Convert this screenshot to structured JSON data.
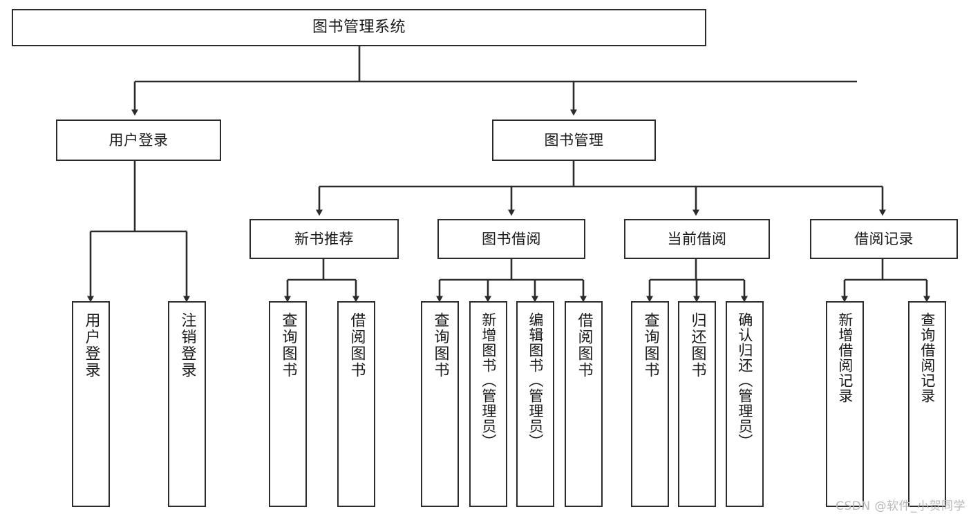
{
  "diagram": {
    "title": "图书管理系统",
    "type": "tree",
    "watermark": "CSDN @软件_小贺同学",
    "colors": {
      "box_border": "#2b2b2b",
      "box_fill": "#ffffff",
      "edge": "#2b2b2b",
      "text": "#1a1a1a",
      "watermark": "#b8b8b8",
      "background": "#ffffff"
    },
    "nodes": {
      "root": {
        "label": "图书管理系统",
        "orientation": "horizontal"
      },
      "tier2": [
        {
          "label": "用户登录",
          "orientation": "horizontal"
        },
        {
          "label": "图书管理",
          "orientation": "horizontal"
        }
      ],
      "tier3": [
        {
          "label": "新书推荐",
          "orientation": "horizontal"
        },
        {
          "label": "图书借阅",
          "orientation": "horizontal"
        },
        {
          "label": "当前借阅",
          "orientation": "horizontal"
        },
        {
          "label": "借阅记录",
          "orientation": "horizontal"
        }
      ],
      "leaves": {
        "user_login": [
          {
            "label": "用户登录",
            "orientation": "vertical"
          },
          {
            "label": "注销登录",
            "orientation": "vertical"
          }
        ],
        "new_book_recommend": [
          {
            "label": "查询图书",
            "orientation": "vertical"
          },
          {
            "label": "借阅图书",
            "orientation": "vertical"
          }
        ],
        "book_borrow": [
          {
            "label": "查询图书",
            "orientation": "vertical"
          },
          {
            "label": "新增图书（管理员）",
            "orientation": "vertical"
          },
          {
            "label": "编辑图书（管理员）",
            "orientation": "vertical"
          },
          {
            "label": "借阅图书",
            "orientation": "vertical"
          }
        ],
        "current_borrow": [
          {
            "label": "查询图书",
            "orientation": "vertical"
          },
          {
            "label": "归还图书",
            "orientation": "vertical"
          },
          {
            "label": "确认归还（管理员）",
            "orientation": "vertical"
          }
        ],
        "borrow_record": [
          {
            "label": "新增借阅记录",
            "orientation": "vertical"
          },
          {
            "label": "查询借阅记录",
            "orientation": "vertical"
          }
        ]
      }
    }
  }
}
